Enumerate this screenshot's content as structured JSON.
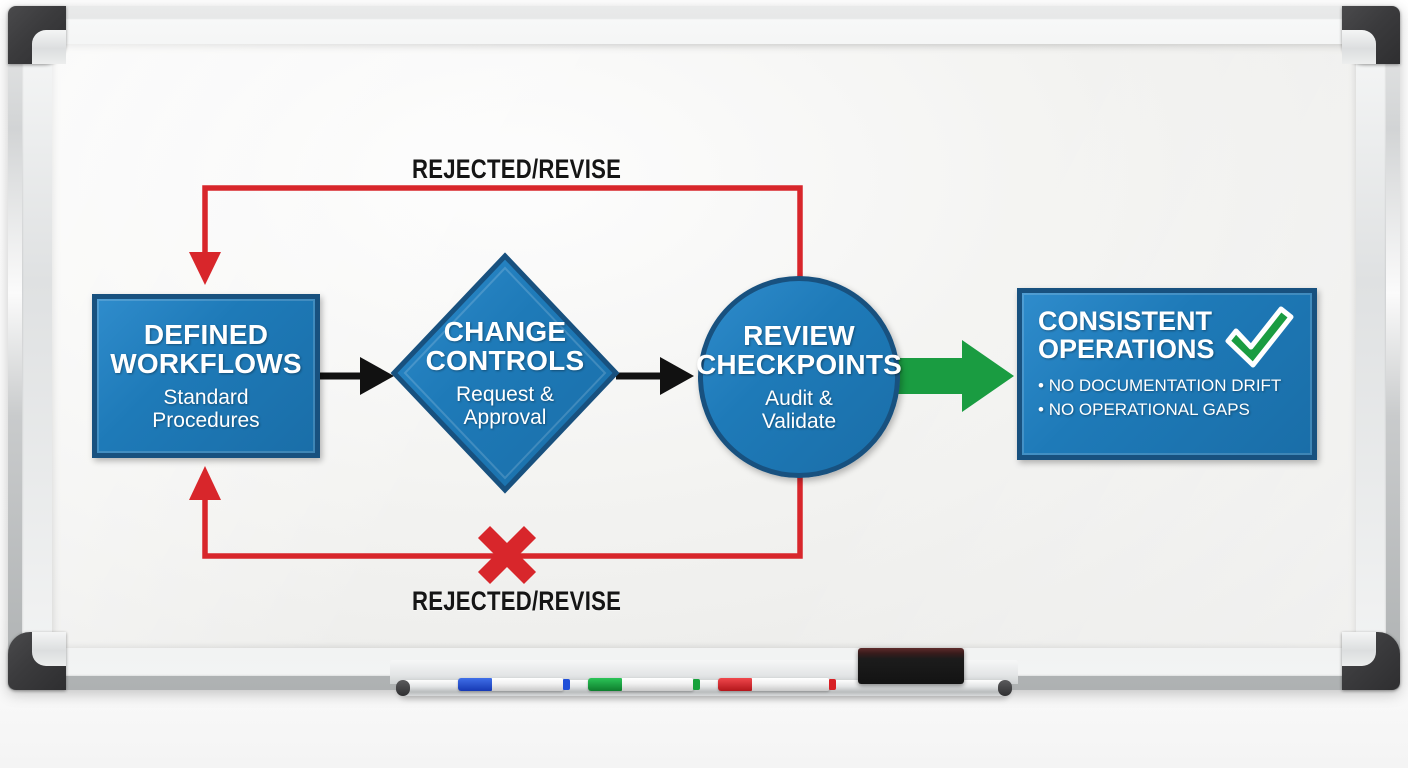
{
  "board": {
    "name": "whiteboard",
    "surface_color": "#f2f2f0",
    "frame_color": "#d7d9da",
    "corner_color": "#343436"
  },
  "tray": {
    "markers": [
      {
        "name": "blue-marker",
        "color": "#1f4fd8"
      },
      {
        "name": "green-marker",
        "color": "#17a13b"
      },
      {
        "name": "red-marker",
        "color": "#d81f24"
      }
    ],
    "eraser_label": "eraser"
  },
  "palette": {
    "blue_fill": "#1e7ab8",
    "blue_border": "#18517f",
    "red": "#d8262b",
    "green": "#1a9c41",
    "black": "#151515",
    "white": "#ffffff"
  },
  "diagram": {
    "type": "flowchart",
    "title": "",
    "nodes": [
      {
        "id": "defined-workflows",
        "shape": "rectangle",
        "title_line1": "DEFINED",
        "title_line2": "WORKFLOWS",
        "sub_line1": "Standard",
        "sub_line2": "Procedures",
        "fill": "#1e7ab8",
        "border": "#18517f"
      },
      {
        "id": "change-controls",
        "shape": "diamond",
        "title_line1": "CHANGE",
        "title_line2": "CONTROLS",
        "sub_line1": "Request &",
        "sub_line2": "Approval",
        "fill": "#1e7ab8",
        "border": "#18517f"
      },
      {
        "id": "review-checkpoints",
        "shape": "circle",
        "title_line1": "REVIEW",
        "title_line2": "CHECKPOINTS",
        "sub_line1": "Audit &",
        "sub_line2": "Validate",
        "fill": "#1e7ab8",
        "border": "#18517f"
      },
      {
        "id": "consistent-operations",
        "shape": "rectangle",
        "title_line1": "CONSISTENT",
        "title_line2": "OPERATIONS",
        "bullets": [
          "NO DOCUMENTATION DRIFT",
          "NO OPERATIONAL GAPS"
        ],
        "badge": "green-check",
        "fill": "#1e7ab8",
        "border": "#18517f"
      }
    ],
    "connectors": [
      {
        "id": "defined-to-change",
        "style": "black-arrow",
        "from": "defined-workflows",
        "to": "change-controls"
      },
      {
        "id": "change-to-review",
        "style": "black-arrow",
        "from": "change-controls",
        "to": "review-checkpoints"
      },
      {
        "id": "review-to-result",
        "style": "green-block-arrow",
        "from": "review-checkpoints",
        "to": "consistent-operations"
      },
      {
        "id": "feedback-top",
        "style": "red-line",
        "from": "review-checkpoints",
        "to": "defined-workflows",
        "label": "REJECTED/REVISE"
      },
      {
        "id": "feedback-bottom",
        "style": "red-line",
        "from": "review-checkpoints",
        "to": "defined-workflows",
        "label": "REJECTED/REVISE",
        "marker": "red-x"
      }
    ],
    "labels": {
      "top": "REJECTED/REVISE",
      "bottom": "REJECTED/REVISE"
    }
  }
}
